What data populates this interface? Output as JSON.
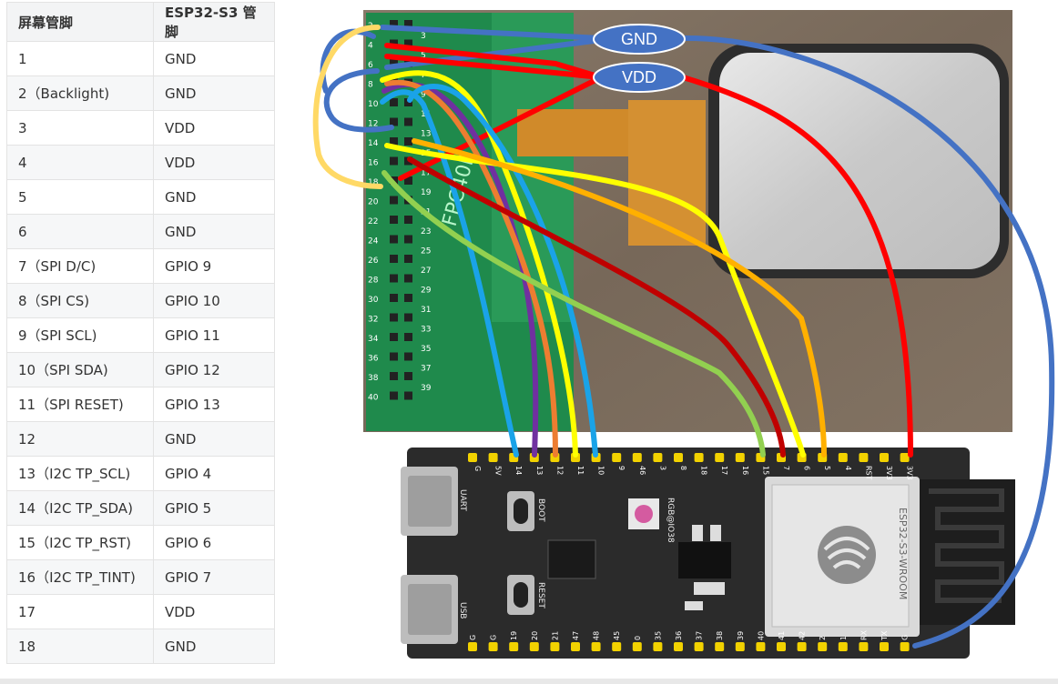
{
  "table": {
    "headers": [
      "屏幕管脚",
      "ESP32-S3 管脚"
    ],
    "rows": [
      [
        "1",
        "GND"
      ],
      [
        "2（Backlight)",
        "GND"
      ],
      [
        "3",
        "VDD"
      ],
      [
        "4",
        "VDD"
      ],
      [
        "5",
        "GND"
      ],
      [
        "6",
        "GND"
      ],
      [
        "7（SPI D/C)",
        "GPIO 9"
      ],
      [
        "8（SPI CS)",
        "GPIO 10"
      ],
      [
        "9（SPI SCL)",
        "GPIO 11"
      ],
      [
        "10（SPI SDA)",
        "GPIO 12"
      ],
      [
        "11（SPI RESET)",
        "GPIO 13"
      ],
      [
        "12",
        "GND"
      ],
      [
        "13（I2C TP_SCL)",
        "GPIO 4"
      ],
      [
        "14（I2C TP_SDA)",
        "GPIO 5"
      ],
      [
        "15（I2C TP_RST)",
        "GPIO 6"
      ],
      [
        "16（I2C TP_TINT)",
        "GPIO 7"
      ],
      [
        "17",
        "VDD"
      ],
      [
        "18",
        "GND"
      ]
    ]
  },
  "diagram": {
    "gnd_label": "GND",
    "vdd_label": "VDD",
    "adapter_pin_numbers_right": [
      "3",
      "5",
      "7",
      "9",
      "11",
      "13",
      "15",
      "17",
      "19",
      "21",
      "23",
      "25",
      "27",
      "29",
      "31",
      "33",
      "35",
      "37",
      "39"
    ],
    "adapter_pin_numbers_left": [
      "2",
      "4",
      "6",
      "8",
      "10",
      "12",
      "14",
      "16",
      "18",
      "20",
      "22",
      "24",
      "26",
      "28",
      "30",
      "32",
      "34",
      "36",
      "38",
      "40"
    ],
    "board_top_labels": [
      "G",
      "5V",
      "14",
      "13",
      "12",
      "11",
      "10",
      "9",
      "46",
      "3",
      "8",
      "18",
      "17",
      "16",
      "15",
      "7",
      "6",
      "5",
      "4",
      "RST",
      "3V3",
      "3V3"
    ],
    "board_bottom_labels": [
      "G",
      "G",
      "19",
      "20",
      "21",
      "47",
      "48",
      "45",
      "0",
      "35",
      "36",
      "37",
      "38",
      "39",
      "40",
      "41",
      "42",
      "2",
      "1",
      "RX",
      "TX",
      "G"
    ],
    "uart_label": "UART",
    "usb_label": "USB",
    "boot_label": "BOOT",
    "reset_label": "RESET",
    "rgb_label": "RGB@IO38",
    "module_label": "ESP32-S3-WROOM",
    "adapter_text": "FPC40P"
  },
  "colors": {
    "gnd": "#4472c4",
    "vdd": "#ff0000",
    "wire_cyan": "#1aa3e8",
    "wire_purple": "#7030a0",
    "wire_orange": "#ed7d31",
    "wire_yellow": "#ffff00",
    "wire_green": "#92d050",
    "wire_darkred": "#c00000",
    "wire_amber": "#ffb000",
    "wire_lightyellow": "#ffd966",
    "board": "#2b2b2b",
    "pcb_green": "#1f8a4c",
    "photo_bg": "#7b6a5a"
  }
}
